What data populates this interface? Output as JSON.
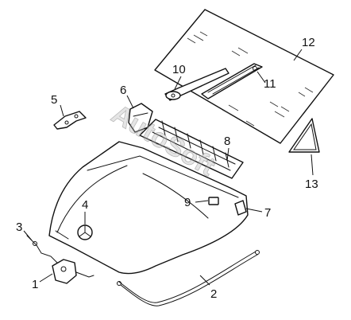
{
  "callouts": {
    "c1": "1",
    "c2": "2",
    "c3": "3",
    "c4": "4",
    "c5": "5",
    "c6": "6",
    "c7": "7",
    "c8": "8",
    "c9": "9",
    "c10": "10",
    "c11": "11",
    "c12": "12",
    "c13": "13"
  },
  "watermark": "AutoSoft",
  "colors": {
    "line": "#111111",
    "paper": "#ffffff"
  }
}
